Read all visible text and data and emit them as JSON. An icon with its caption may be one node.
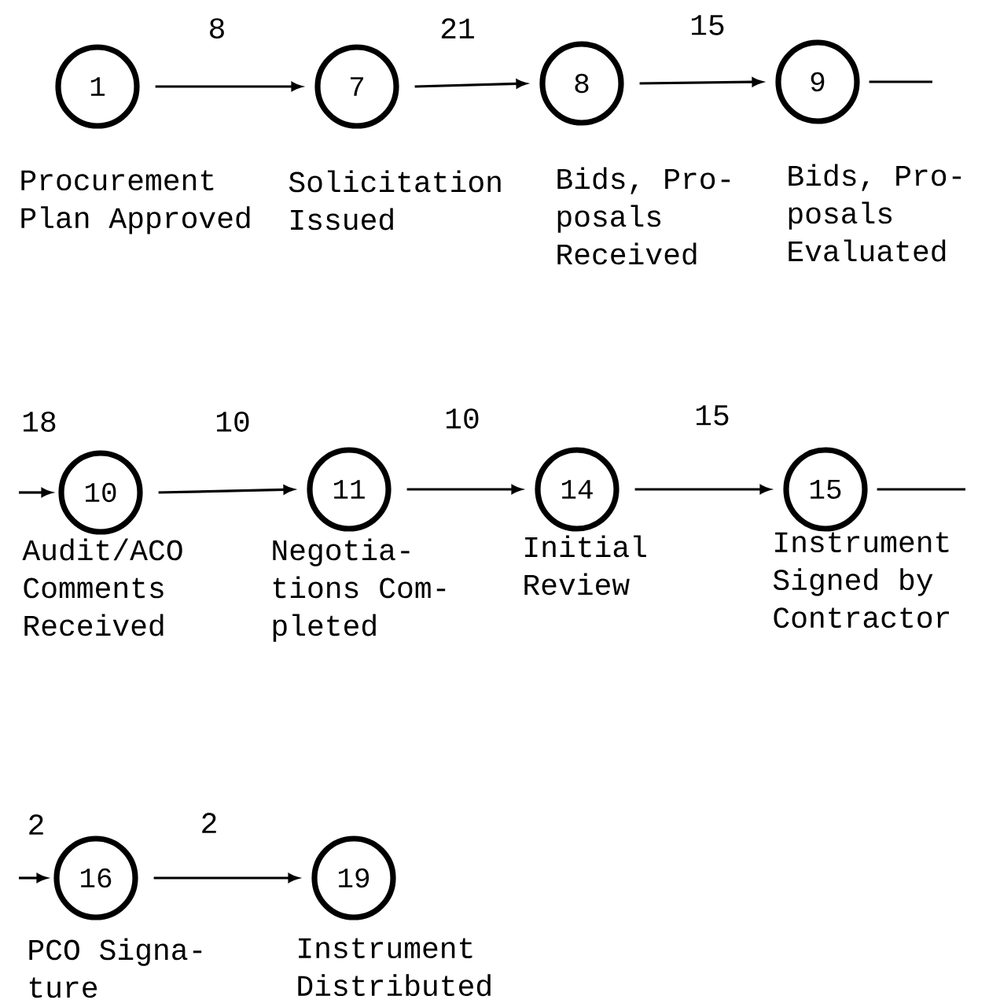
{
  "diagram": {
    "nodes": [
      {
        "text": [
          "1"
        ],
        "beside": [
          "Procurement Plan Approved"
        ]
      },
      {
        "text": [
          "7"
        ],
        "beside": [
          "Solicitation Issued"
        ]
      },
      {
        "text": [
          "8"
        ],
        "beside": [
          "Bids, Pro- posals Received"
        ]
      },
      {
        "text": [
          "9"
        ],
        "beside": [
          "Bids, Pro- posals Evaluated"
        ]
      },
      {
        "text": [
          "10"
        ],
        "beside": [
          "Audit/ACO Comments Received"
        ]
      },
      {
        "text": [
          "11"
        ],
        "beside": [
          "Negotia- tions Com- pleted"
        ]
      },
      {
        "text": [
          "14"
        ],
        "beside": [
          "Initial Review"
        ]
      },
      {
        "text": [
          "15"
        ],
        "beside": [
          "Instrument Signed by Contractor"
        ]
      },
      {
        "text": [
          "16"
        ],
        "beside": [
          "PCO Signa- ture"
        ]
      },
      {
        "text": [
          "19"
        ],
        "beside": [
          "Instrument Distributed"
        ]
      }
    ],
    "edges": [
      {
        "from": 0,
        "to": 1,
        "arrow": "to",
        "label": "8"
      },
      {
        "from": 1,
        "to": 2,
        "arrow": "to",
        "label": "21"
      },
      {
        "from": 2,
        "to": 3,
        "arrow": "to",
        "label": "15"
      },
      {
        "from": 3,
        "to": null,
        "arrow": "none"
      },
      {
        "from": null,
        "to": 4,
        "arrow": "to",
        "label": "18"
      },
      {
        "from": 4,
        "to": 5,
        "arrow": "to",
        "label": "10"
      },
      {
        "from": 5,
        "to": 6,
        "arrow": "to",
        "label": "10"
      },
      {
        "from": 6,
        "to": 7,
        "arrow": "to",
        "label": "15"
      },
      {
        "from": 7,
        "to": null,
        "arrow": "none"
      },
      {
        "from": null,
        "to": 8,
        "arrow": "to",
        "label": "2"
      },
      {
        "from": 8,
        "to": 9,
        "arrow": "to",
        "label": "2"
      }
    ]
  }
}
